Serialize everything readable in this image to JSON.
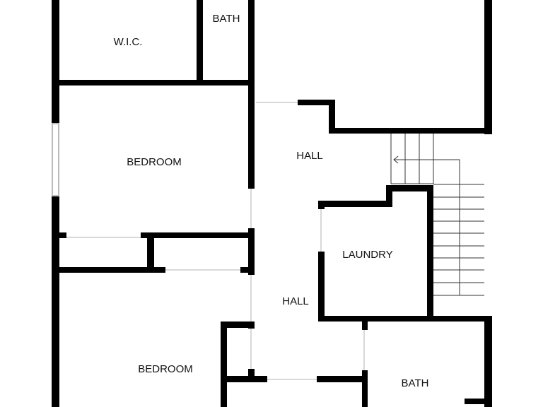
{
  "rooms": {
    "wic": "W.I.C.",
    "bath_top": "BATH",
    "bedroom_upper": "BEDROOM",
    "hall_upper": "HALL",
    "laundry": "LAUNDRY",
    "hall_lower": "HALL",
    "bedroom_lower": "BEDROOM",
    "bath_lower": "BATH"
  },
  "colors": {
    "wall": "#000000",
    "background": "#ffffff",
    "opening": "#d9d9d9",
    "stair_line": "#333333"
  }
}
